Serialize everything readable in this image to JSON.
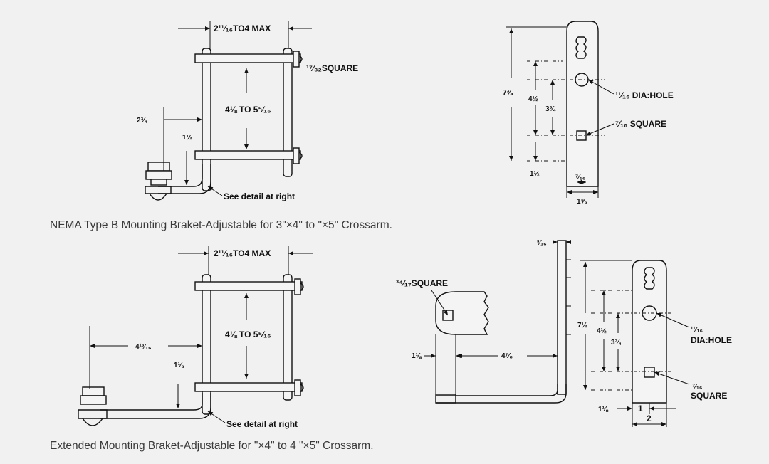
{
  "figure1": {
    "caption": "NEMA Type B Mounting Braket-Adjustable for 3\"×4\" to  \"×5\" Crossarm.",
    "dims": {
      "top_width": "2¹¹⁄₁₆TO4 MAX",
      "square": "¹⁷⁄₃₂SQUARE",
      "left_offset": "2¾",
      "height_range": "4⅛ TO 5⁵⁄₁₆",
      "bottom_offset": "1½",
      "note": "See detail at right"
    },
    "detail": {
      "overall": "7¾",
      "upper": "4½",
      "mid": "3¾",
      "hole": "¹¹⁄₁₆ DIA:HOLE",
      "square": "⁷⁄₁₆ SQUARE",
      "bottom": "1½",
      "inner_width": "⁷⁄₁₆",
      "width": "1⅝"
    }
  },
  "figure2": {
    "caption": "Extended Mounting Braket-Adjustable for \"×4\" to 4  \"×5\" Crossarm.",
    "dims": {
      "top_width": "2¹¹⁄₁₆TO4 MAX",
      "left_offset": "4¹³⁄₁₆",
      "height_range": "4⅛ TO 5⁵⁄₁₆",
      "bottom_offset": "1⅛",
      "note": "See detail at right"
    },
    "side": {
      "square": "³⁴⁄₁₇SQUARE",
      "top_thick": "³⁄₁₆",
      "left_w": "1⅛",
      "span": "4⁷⁄₈"
    },
    "detail": {
      "overall": "7½",
      "upper": "4½",
      "mid": "3¾",
      "hole_size": "¹¹⁄₁₆",
      "hole_label": "DIA:HOLE",
      "sq_size": "⁷⁄₁₆",
      "sq_label": "SQUARE",
      "left_w": "1⅛",
      "w1": "1",
      "w2": "2"
    }
  }
}
